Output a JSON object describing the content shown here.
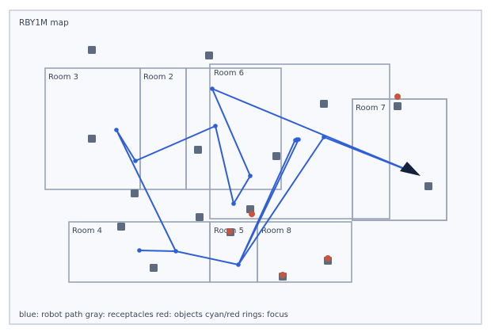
{
  "title": "RBY1M map",
  "legend": "blue: robot path  gray: receptacles  red: objects  cyan/red rings: focus",
  "colors": {
    "frame_border": "#c6cedb",
    "frame_fill": "#f7f9fc",
    "room_border": "#98a3b6",
    "path": "#2f5fd6",
    "receptacle": "#5d6b80",
    "object": "#c8553d",
    "arrowhead": "#14213d",
    "text": "#3c4658"
  },
  "rooms": [
    {
      "label": "Room 3"
    },
    {
      "label": "Room 2"
    },
    {
      "label": ""
    },
    {
      "label": "Room 6"
    },
    {
      "label": ""
    },
    {
      "label": "Room 7"
    },
    {
      "label": "Room 4"
    },
    {
      "label": "Room 5"
    },
    {
      "label": "Room 8"
    }
  ],
  "receptacle_count": 16,
  "object_count": 5,
  "path_waypoint_count": 13
}
